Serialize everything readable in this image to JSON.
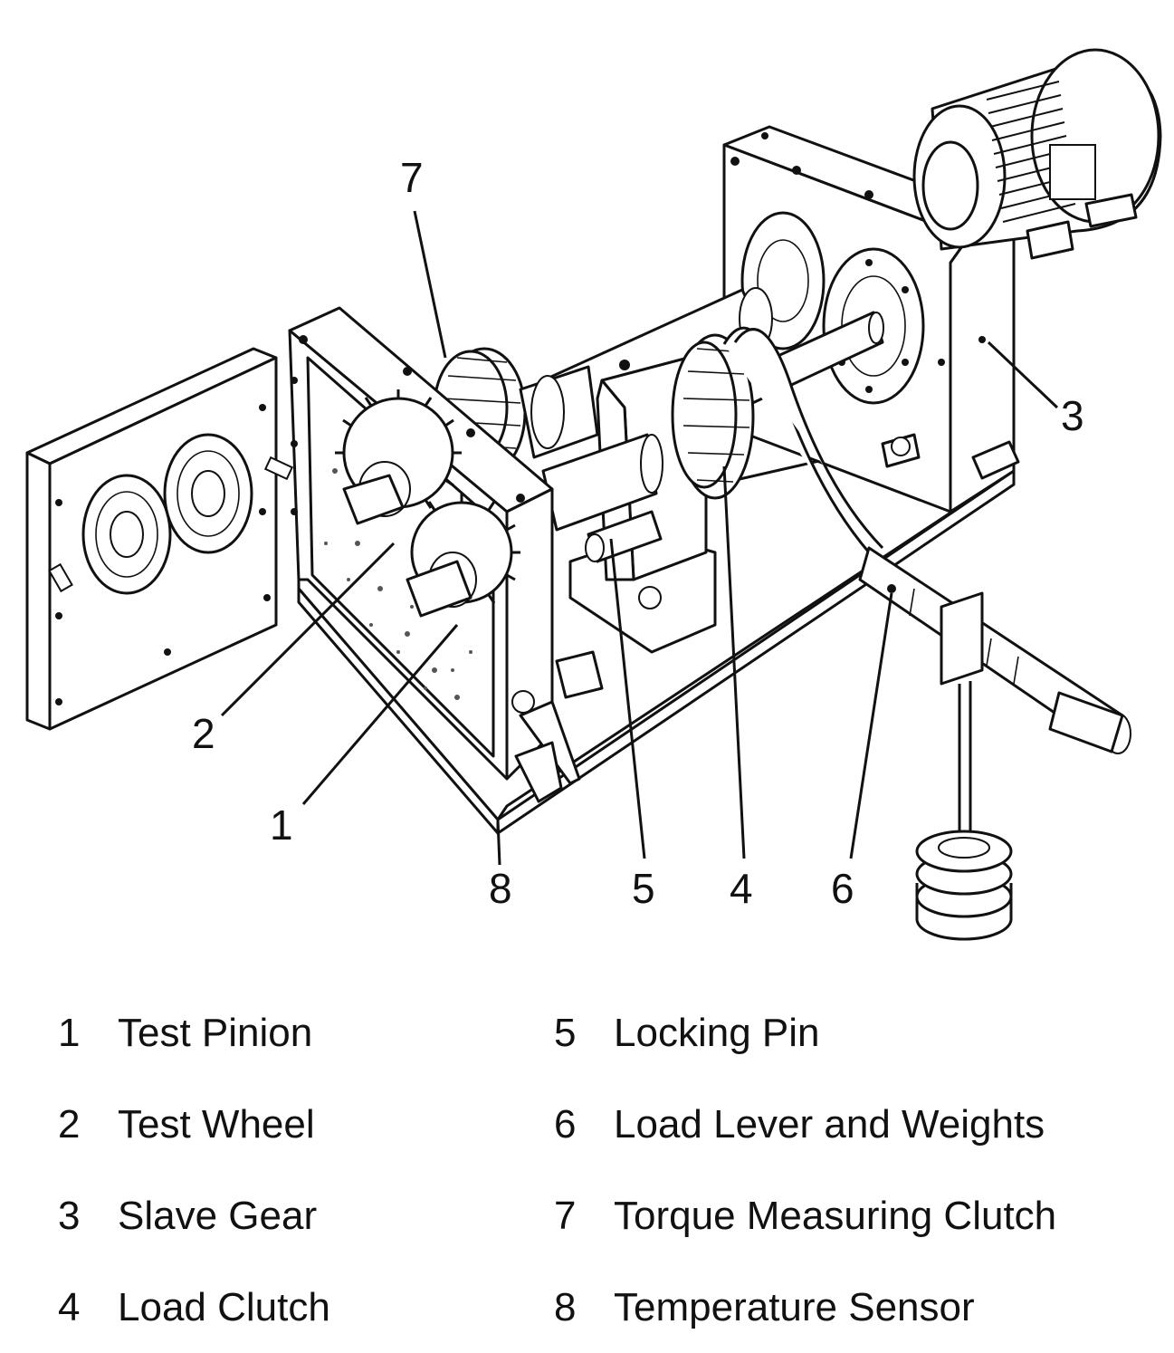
{
  "callouts": [
    {
      "id": "1",
      "text": "1"
    },
    {
      "id": "2",
      "text": "2"
    },
    {
      "id": "3",
      "text": "3"
    },
    {
      "id": "4",
      "text": "4"
    },
    {
      "id": "5",
      "text": "5"
    },
    {
      "id": "6",
      "text": "6"
    },
    {
      "id": "7",
      "text": "7"
    },
    {
      "id": "8",
      "text": "8"
    }
  ],
  "legend": {
    "left": [
      {
        "num": "1",
        "label": "Test Pinion"
      },
      {
        "num": "2",
        "label": "Test Wheel"
      },
      {
        "num": "3",
        "label": "Slave Gear"
      },
      {
        "num": "4",
        "label": "Load Clutch"
      }
    ],
    "right": [
      {
        "num": "5",
        "label": "Locking Pin"
      },
      {
        "num": "6",
        "label": "Load Lever and Weights"
      },
      {
        "num": "7",
        "label": "Torque Measuring Clutch"
      },
      {
        "num": "8",
        "label": "Temperature Sensor"
      }
    ]
  }
}
